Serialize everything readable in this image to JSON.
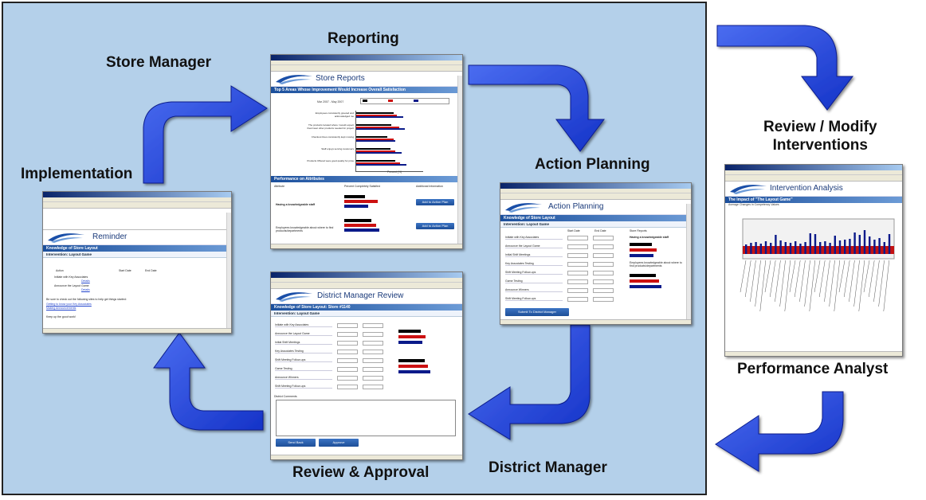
{
  "labels": {
    "store_manager": "Store Manager",
    "reporting": "Reporting",
    "implementation": "Implementation",
    "action_planning": "Action Planning",
    "review_modify": "Review / Modify\nInterventions",
    "performance_analyst": "Performance Analyst",
    "review_approval": "Review & Approval",
    "district_manager": "District Manager"
  },
  "windows": {
    "reports": {
      "title": "Store Reports",
      "section1": "Top 5 Areas Whose Improvement Would Increase Overall Satisfaction",
      "date_range": "Mar 2007 - May 2007",
      "section2": "Performance on Attributes",
      "col_attribute": "Attribute",
      "col_percent": "Percent Completely Satisfied",
      "col_info": "Additional Information",
      "attr1": "Having a knowledgeable staff",
      "attr2": "Employees knowledgeable about where to find products/departments",
      "add_button": "Add to Action Plan",
      "chart_items": [
        "Employees consistently greeted and acknowledged me",
        "The products located where I would expect them/near other products needed for project",
        "Checkout lines consistently kept moving",
        "Staff enjoys serving customers",
        "Products Offered were good quality for price"
      ],
      "axis_label": "Percent (%)"
    },
    "reminder": {
      "title": "Reminder",
      "section": "Knowledge of Store Layout",
      "intervention": "Intervention: Layout Game",
      "col_action": "Action",
      "col_start": "Start Date",
      "col_end": "End Date",
      "action1": "Initiate with Key Associates",
      "action2": "Announce the Layout Game",
      "details": "Details",
      "footer": "Be sure to check out the following sites to help get things started:",
      "link1": "Getting to know your Key Associates",
      "link2": "Making Announcements",
      "signoff": "Keep up the good work!"
    },
    "action": {
      "title": "Action Planning",
      "section": "Knowledge of Store Layout",
      "intervention": "Intervention: Layout Game",
      "col_start": "Start Date",
      "col_end": "End Date",
      "col_reports": "Store Reports",
      "actions": [
        "Initiate with Key Associates",
        "Announce the Layout Game",
        "Initial Shift Meetings",
        "Key Associates Testing",
        "Shift Meeting Follow-ups",
        "Game Testing",
        "Announce Winners",
        "Shift Meeting Follow-ups"
      ],
      "report1": "Having a knowledgeable staff",
      "report2": "Employees knowledgeable about where to find products/departments",
      "submit": "Submit To District Manager"
    },
    "district": {
      "title": "District Manager Review",
      "section": "Knowledge of Store Layout: Store #1140",
      "intervention": "Intervention: Layout Game",
      "actions": [
        "Initiate with Key Associates",
        "Announce the Layout Game",
        "Initial Shift Meetings",
        "Key Associates Testing",
        "Shift Meeting Follow-ups",
        "Game Testing",
        "Announce Winners",
        "Shift Meeting Follow-ups"
      ],
      "comments": "District Comments",
      "send_back": "Send Back",
      "approve": "Approve"
    },
    "analysis": {
      "title": "Intervention Analysis",
      "section": "The Impact of \"The Layout Game\"",
      "subtitle": "Average Changes in Competency Values"
    }
  },
  "colors": {
    "arrow": "#1f3fd8",
    "panel": "#b4d0ea",
    "bar_black": "#000000",
    "bar_red": "#cc1111",
    "bar_navy": "#0a1a8a"
  }
}
